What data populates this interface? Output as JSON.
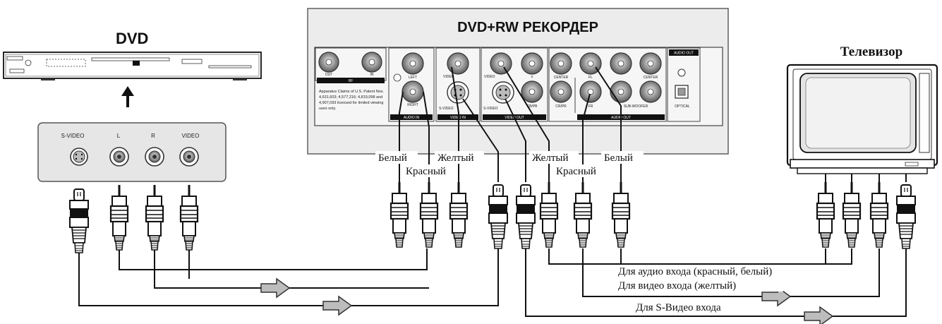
{
  "dvd_player": {
    "title": "DVD"
  },
  "dvd_panel": {
    "jacks": [
      "S-VIDEO",
      "L",
      "R",
      "VIDEO"
    ]
  },
  "recorder": {
    "title": "DVD+RW РЕКОРДЕР",
    "rf_group": {
      "jacks": [
        "OUT",
        "IN"
      ],
      "label": "RF"
    },
    "patent_note": [
      "Apparatus Claims of U.S. Patent Nos.",
      "4,631,603; 4,577,216; 4,819,098 and",
      "4,907,093 licensed for limited viewing",
      "uses only."
    ],
    "audio_in": {
      "jacks": [
        "LEFT",
        "RIGHT"
      ],
      "label": "AUDIO IN"
    },
    "video_in": {
      "jacks": [
        "VIDEO",
        "S-VIDEO"
      ],
      "label": "VIDEO IN"
    },
    "video_out": {
      "jacks": [
        "VIDEO",
        "S-VIDEO",
        "Y",
        "CB/PB",
        "CR/PR"
      ],
      "label": "VIDEO OUT"
    },
    "audio_out": {
      "jacks": [
        "CENTER",
        "FL",
        "FR",
        "SUB-WOOFER",
        "CENTER"
      ],
      "label": "AUDIO OUT"
    },
    "digital": {
      "header": "AUDIO OUT",
      "optical": "OPTICAL"
    }
  },
  "tv": {
    "title": "Телевизор"
  },
  "cable_labels": {
    "white_left": "Белый",
    "yellow_left": "Желтый",
    "red_left": "Красный",
    "yellow_right": "Желтый",
    "red_right": "Красный",
    "white_right": "Белый"
  },
  "route_labels": {
    "audio": "Для аудио входа (красный, белый)",
    "video": "Для видео входа (желтый)",
    "svideo": "Для S-Видео входа"
  },
  "colors": {
    "panel_fill": "#e6e6e6",
    "panel_stroke": "#555555",
    "arrow_fill": "#bdbdbd",
    "line": "#111111"
  }
}
